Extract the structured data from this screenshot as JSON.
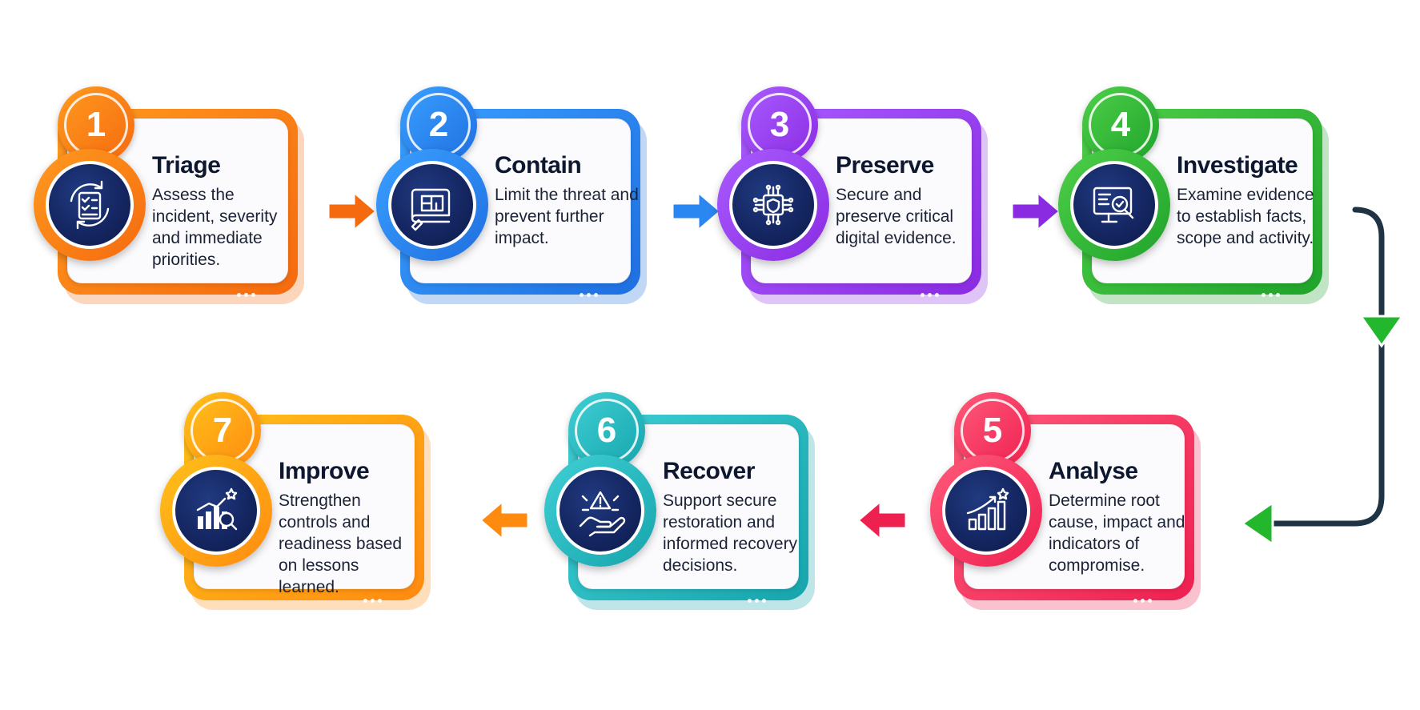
{
  "steps": [
    {
      "number": "1",
      "title": "Triage",
      "description": "Assess the incident, severity and immediate priorities.",
      "color": "#f56a0f",
      "color_light": "#ff9a1f",
      "icon": "checklist-refresh-icon"
    },
    {
      "number": "2",
      "title": "Contain",
      "description": "Limit the threat and prevent further impact.",
      "color": "#1f6fe0",
      "color_light": "#3aa0ff",
      "icon": "blueprint-pen-icon"
    },
    {
      "number": "3",
      "title": "Preserve",
      "description": "Secure and preserve critical digital evidence.",
      "color": "#8a2be2",
      "color_light": "#a95cff",
      "icon": "chip-shield-icon"
    },
    {
      "number": "4",
      "title": "Investigate",
      "description": "Examine evidence to establish facts, scope and activity.",
      "color": "#1fa32a",
      "color_light": "#4fd04a",
      "icon": "monitor-magnifier-icon"
    },
    {
      "number": "5",
      "title": "Analyse",
      "description": "Determine root cause, impact and indicators of compromise.",
      "color": "#ee2050",
      "color_light": "#ff5a7a",
      "icon": "rising-bars-star-icon"
    },
    {
      "number": "6",
      "title": "Recover",
      "description": "Support secure restoration and informed recovery decisions.",
      "color": "#17a5ad",
      "color_light": "#3fcfd4",
      "icon": "hand-warning-icon"
    },
    {
      "number": "7",
      "title": "Improve",
      "description": "Strengthen controls and readiness based on lessons learned.",
      "color": "#ff8a10",
      "color_light": "#ffc21a",
      "icon": "bars-magnifier-star-icon"
    }
  ],
  "connector_color": "#1f3344",
  "icon_stroke": "#ffffff"
}
